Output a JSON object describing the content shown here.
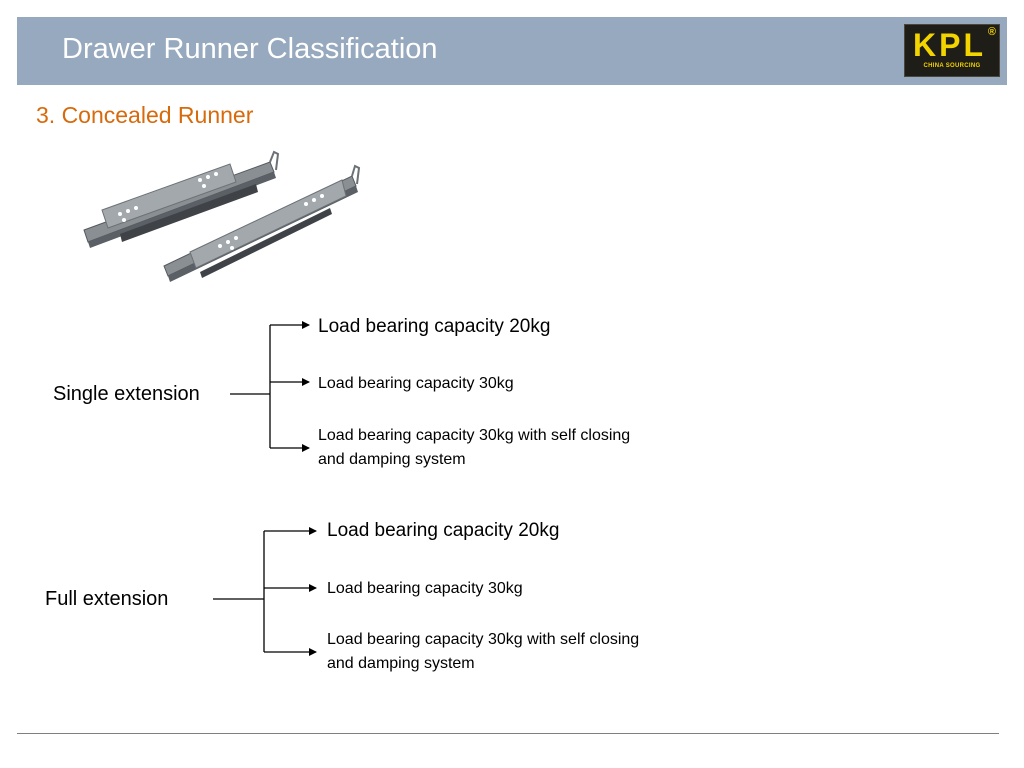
{
  "header": {
    "title": "Drawer Runner Classification"
  },
  "logo": {
    "text": "KPL",
    "registered": "®",
    "subtext": "CHINA SOURCING"
  },
  "subtitle": "3. Concealed Runner",
  "product_image": {
    "icon": "concealed-drawer-runner-pair",
    "colors": {
      "metal": "#8a8f94",
      "dark": "#5b6066"
    }
  },
  "groups": [
    {
      "label": "Single extension",
      "options": [
        "Load bearing capacity 20kg",
        "Load bearing capacity 30kg",
        "Load bearing capacity 30kg with self closing and damping system"
      ]
    },
    {
      "label": "Full extension",
      "options": [
        "Load bearing capacity 20kg",
        "Load bearing capacity 30kg",
        "Load bearing capacity 30kg with self closing and damping system"
      ]
    }
  ],
  "colors": {
    "header_bg": "#97a9be",
    "subtitle": "#d66a0c",
    "logo_bg": "#1f1d18",
    "logo_fg": "#f2d400"
  }
}
